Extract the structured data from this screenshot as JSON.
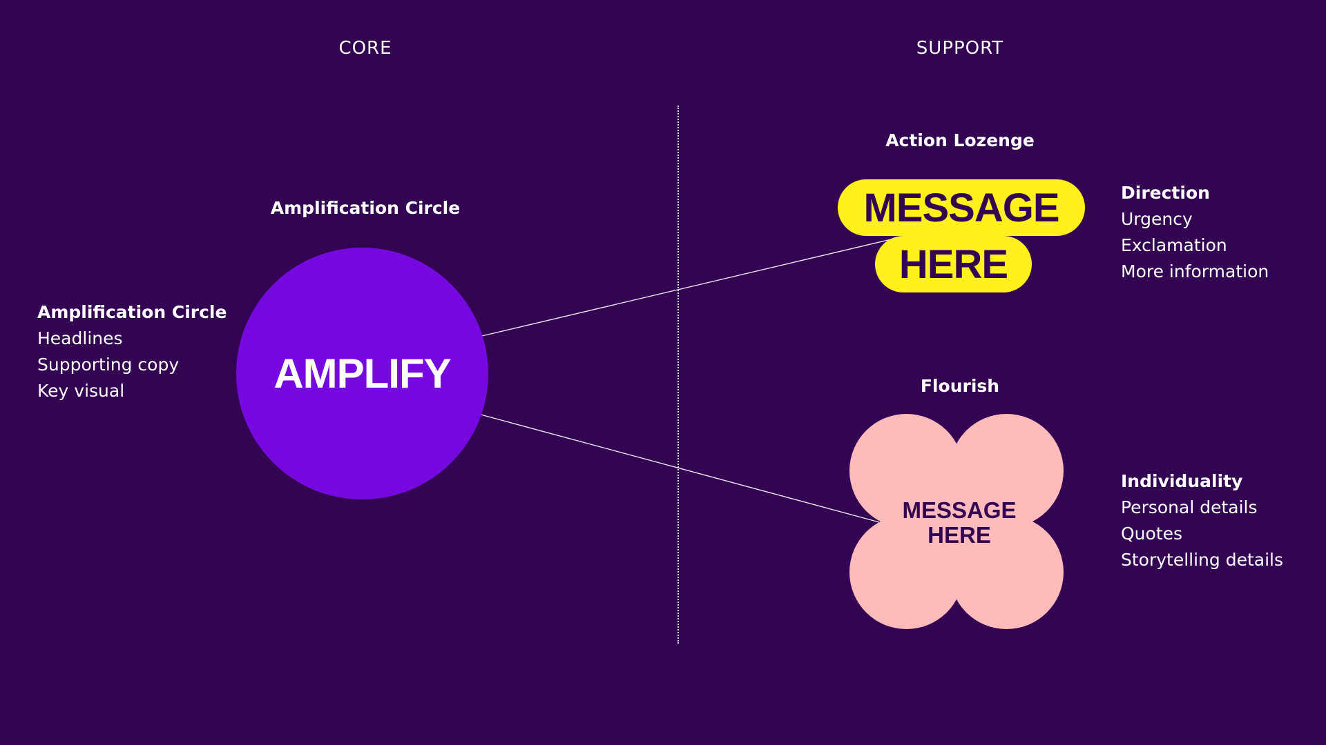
{
  "colors": {
    "background": "#320452",
    "amplification_circle": "#7608E0",
    "action_lozenge": "#FFF01E",
    "flourish": "#FFBBBB",
    "dark_text": "#320452",
    "light_text": "#FFFFFF"
  },
  "columns": {
    "core": "CORE",
    "support": "SUPPORT"
  },
  "core": {
    "element_title": "Amplification Circle",
    "circle_text": "AMPLIFY",
    "description": {
      "heading": "Amplification Circle",
      "items": [
        "Headlines",
        "Supporting copy",
        "Key visual"
      ]
    }
  },
  "support": {
    "action_lozenge": {
      "title": "Action Lozenge",
      "line1": "MESSAGE",
      "line2": "HERE",
      "description": {
        "heading": "Direction",
        "items": [
          "Urgency",
          "Exclamation",
          "More information"
        ]
      }
    },
    "flourish": {
      "title": "Flourish",
      "line1": "MESSAGE",
      "line2": "HERE",
      "description": {
        "heading": "Individuality",
        "items": [
          "Personal details",
          "Quotes",
          "Storytelling details"
        ]
      }
    }
  }
}
